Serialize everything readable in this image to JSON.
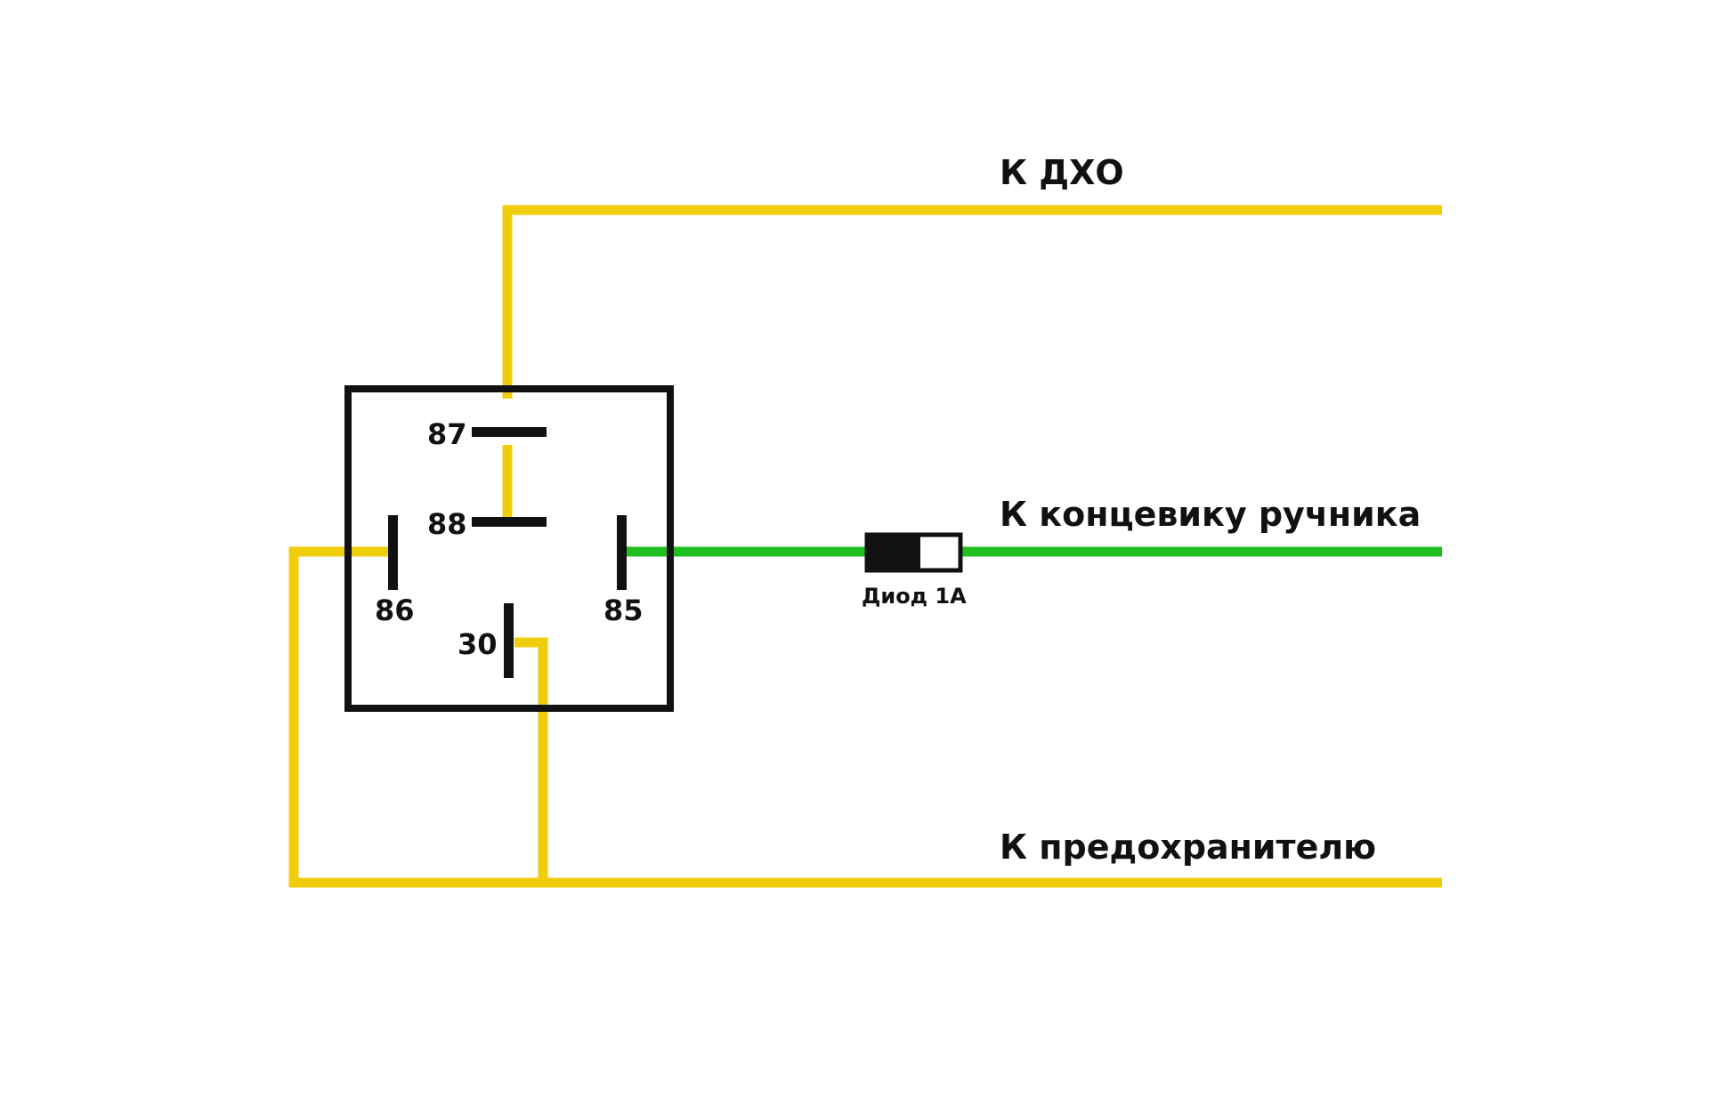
{
  "colors": {
    "yellow_wire": "#f0cd0a",
    "green_wire": "#1fbf1f",
    "outline": "#111111",
    "background": "#ffffff"
  },
  "relay": {
    "pins": {
      "p87": "87",
      "p88": "88",
      "p86": "86",
      "p85": "85",
      "p30": "30"
    }
  },
  "labels": {
    "to_drl": "К ДХО",
    "to_handbrake_switch": "К концевику ручника",
    "to_fuse": "К предохранителю",
    "diode": "Диод 1А"
  }
}
